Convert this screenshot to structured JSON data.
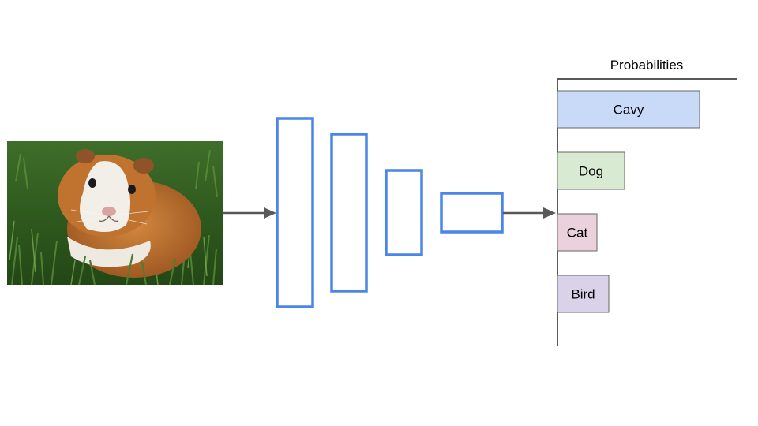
{
  "diagram": {
    "input_image": "guinea-pig-photo",
    "layers": 4,
    "output_title": "Probabilities"
  },
  "chart_data": {
    "type": "bar",
    "orientation": "horizontal",
    "title": "Probabilities",
    "categories": [
      "Cavy",
      "Dog",
      "Cat",
      "Bird"
    ],
    "values": [
      0.72,
      0.34,
      0.2,
      0.26
    ],
    "colors": [
      "#c9daf8",
      "#d9ead3",
      "#ead1dc",
      "#d9d2e9"
    ],
    "xlabel": "",
    "ylabel": "",
    "xlim": [
      0,
      1
    ],
    "grid": false,
    "legend": "none"
  },
  "colors": {
    "layer_stroke": "#4a86e8",
    "arrow": "#595959",
    "axis": "#595959",
    "bar_border": "#666666"
  }
}
